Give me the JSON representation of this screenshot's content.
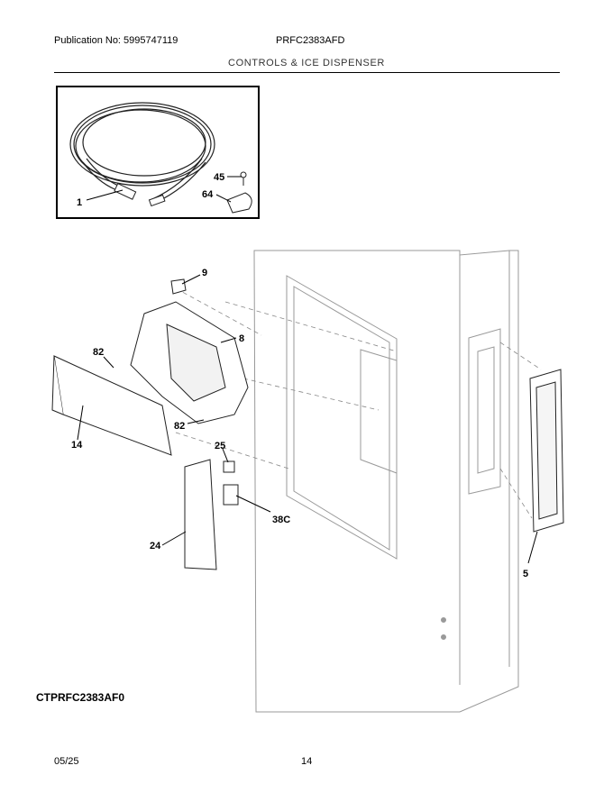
{
  "header": {
    "publication": "Publication No: 5995747119",
    "model": "PRFC2383AFD",
    "section": "CONTROLS & ICE DISPENSER"
  },
  "diagram": {
    "code": "CTPRFC2383AF0",
    "callouts": {
      "p1": "1",
      "p45": "45",
      "p64": "64",
      "p9": "9",
      "p8": "8",
      "p82a": "82",
      "p82b": "82",
      "p14": "14",
      "p25": "25",
      "p38c": "38C",
      "p24": "24",
      "p5": "5"
    }
  },
  "footer": {
    "date": "05/25",
    "page": "14"
  }
}
